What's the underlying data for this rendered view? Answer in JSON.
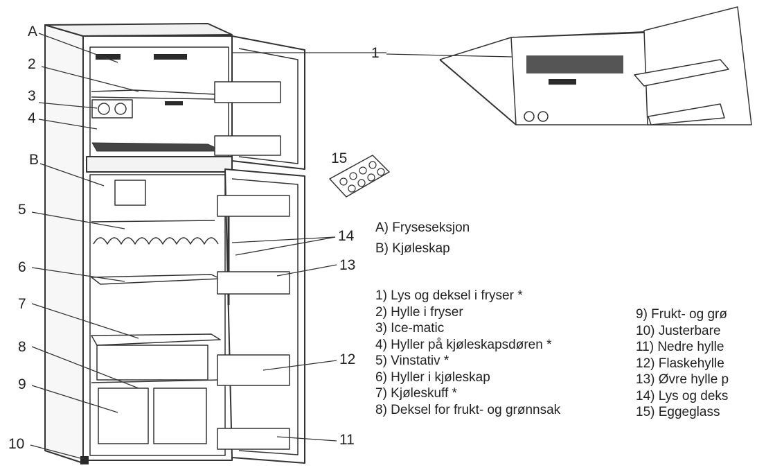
{
  "callouts_left": [
    "A",
    "2",
    "3",
    "4",
    "B",
    "5",
    "6",
    "7",
    "8",
    "9",
    "10"
  ],
  "callouts_right": [
    "1",
    "15",
    "14",
    "13",
    "12",
    "11"
  ],
  "sections": [
    "A) Fryseseksjon",
    "B) Kjøleskap"
  ],
  "legend_left": [
    "1) Lys og deksel i fryser *",
    "2) Hylle i fryser",
    "3) Ice-matic",
    "4) Hyller på kjøleskapsdøren *",
    "5) Vinstativ *",
    "6) Hyller i kjøleskap",
    "7) Kjøleskuff *",
    "8) Deksel for frukt- og grønnsak"
  ],
  "legend_right": [
    "9) Frukt- og grø",
    "10) Justerbare",
    "11) Nedre hylle",
    "12) Flaskehylle",
    "13) Øvre hylle p",
    "14) Lys og deks",
    "15) Eggeglass"
  ],
  "colors": {
    "line": "#333333",
    "fill_light": "#f4f4f4",
    "fill_dark": "#2a2a2a"
  }
}
